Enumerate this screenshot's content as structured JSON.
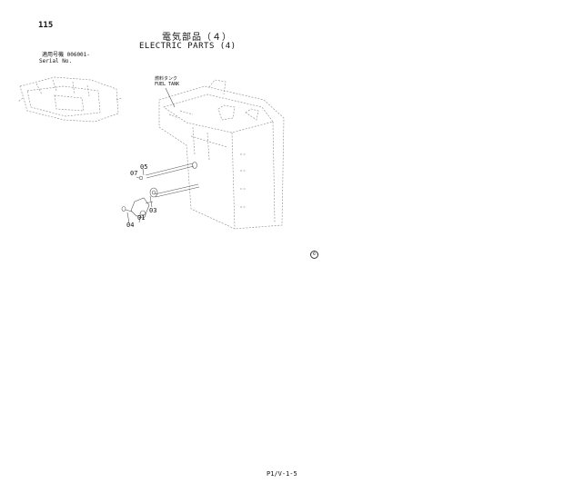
{
  "page": {
    "number": "115"
  },
  "title": {
    "jp": "電気部品（４）",
    "en": "ELECTRIC PARTS (4)"
  },
  "serial": {
    "jp": "適用号機  006001-",
    "en": "Serial No."
  },
  "label_fuel_tank": {
    "jp": "燃料タンク",
    "en": "FUEL TANK"
  },
  "callouts": [
    "05",
    "07",
    "03",
    "01",
    "04"
  ],
  "copyright_mark": "©",
  "footer": {
    "code": "P1/V-1-5"
  }
}
